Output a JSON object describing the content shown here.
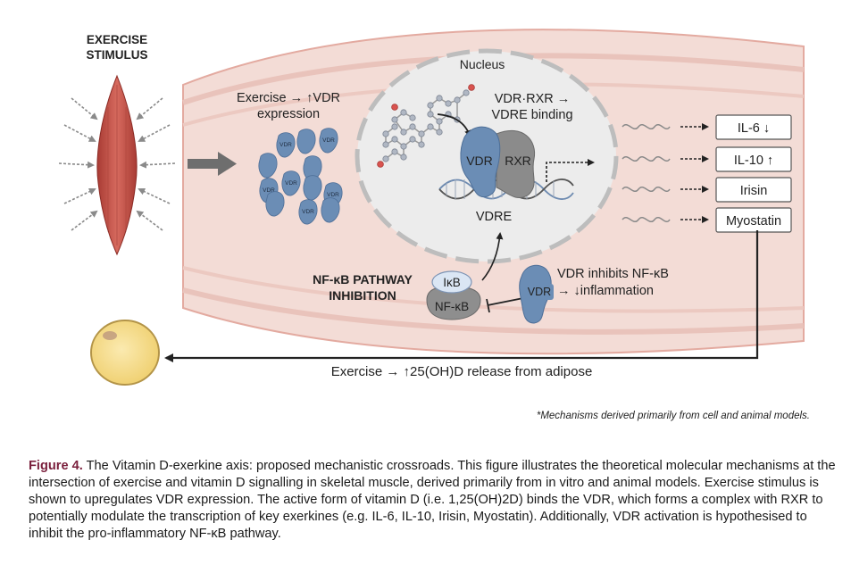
{
  "stimulus": {
    "line1": "EXERCISE",
    "line2": "STIMULUS"
  },
  "vdr_expression": {
    "line1": "Exercise → ↑VDR",
    "line2": "expression"
  },
  "vdr_label": "VDR",
  "rxr_label": "RXR",
  "nucleus": {
    "label": "Nucleus",
    "binding_line1": "VDR·RXR →",
    "binding_line2": "VDRE binding",
    "vdre_label": "VDRE"
  },
  "exerkines": [
    {
      "name": "IL-6",
      "arrow": "↓"
    },
    {
      "name": "IL-10",
      "arrow": "↑"
    },
    {
      "name": "Irisin",
      "arrow": ""
    },
    {
      "name": "Myostatin",
      "arrow": ""
    }
  ],
  "nfkb": {
    "title_line1": "NF-κB PATHWAY",
    "title_line2": "INHIBITION",
    "ikb_label": "IκB",
    "nfkb_label": "NF-κB",
    "inhibit_line1": "VDR inhibits NF-κB",
    "inhibit_line2": "→ ↓inflammation"
  },
  "adipose_text": "Exercise → ↑25(OH)D release from adipose",
  "footnote": "*Mechanisms derived primarily from cell and animal models.",
  "caption": {
    "label": "Figure 4.",
    "text": "The Vitamin D-exerkine axis: proposed mechanistic crossroads. This figure illustrates the theoretical molecular mechanisms at the intersection of exercise and vitamin D signalling in skeletal muscle, derived primarily from in vitro and animal models. Exercise stimulus is shown to upregulates VDR expression. The active form of vitamin D (i.e. 1,25(OH)2D) binds the VDR, which forms a complex with RXR to potentially modulate the transcription of key exerkines (e.g. IL-6, IL-10, Irisin, Myostatin). Additionally, VDR activation is hypothesised to inhibit the pro-inflammatory NF-κB pathway."
  },
  "colors": {
    "muscle_fill": "#f3dcd6",
    "muscle_stripe": "#e9c3bb",
    "muscle_edge": "#e3aaa0",
    "vdr_blue": "#6b8db5",
    "rxr_gray": "#8b8b8b",
    "caption_label": "#7a1f3c",
    "adipocyte": "#f6df8e"
  }
}
